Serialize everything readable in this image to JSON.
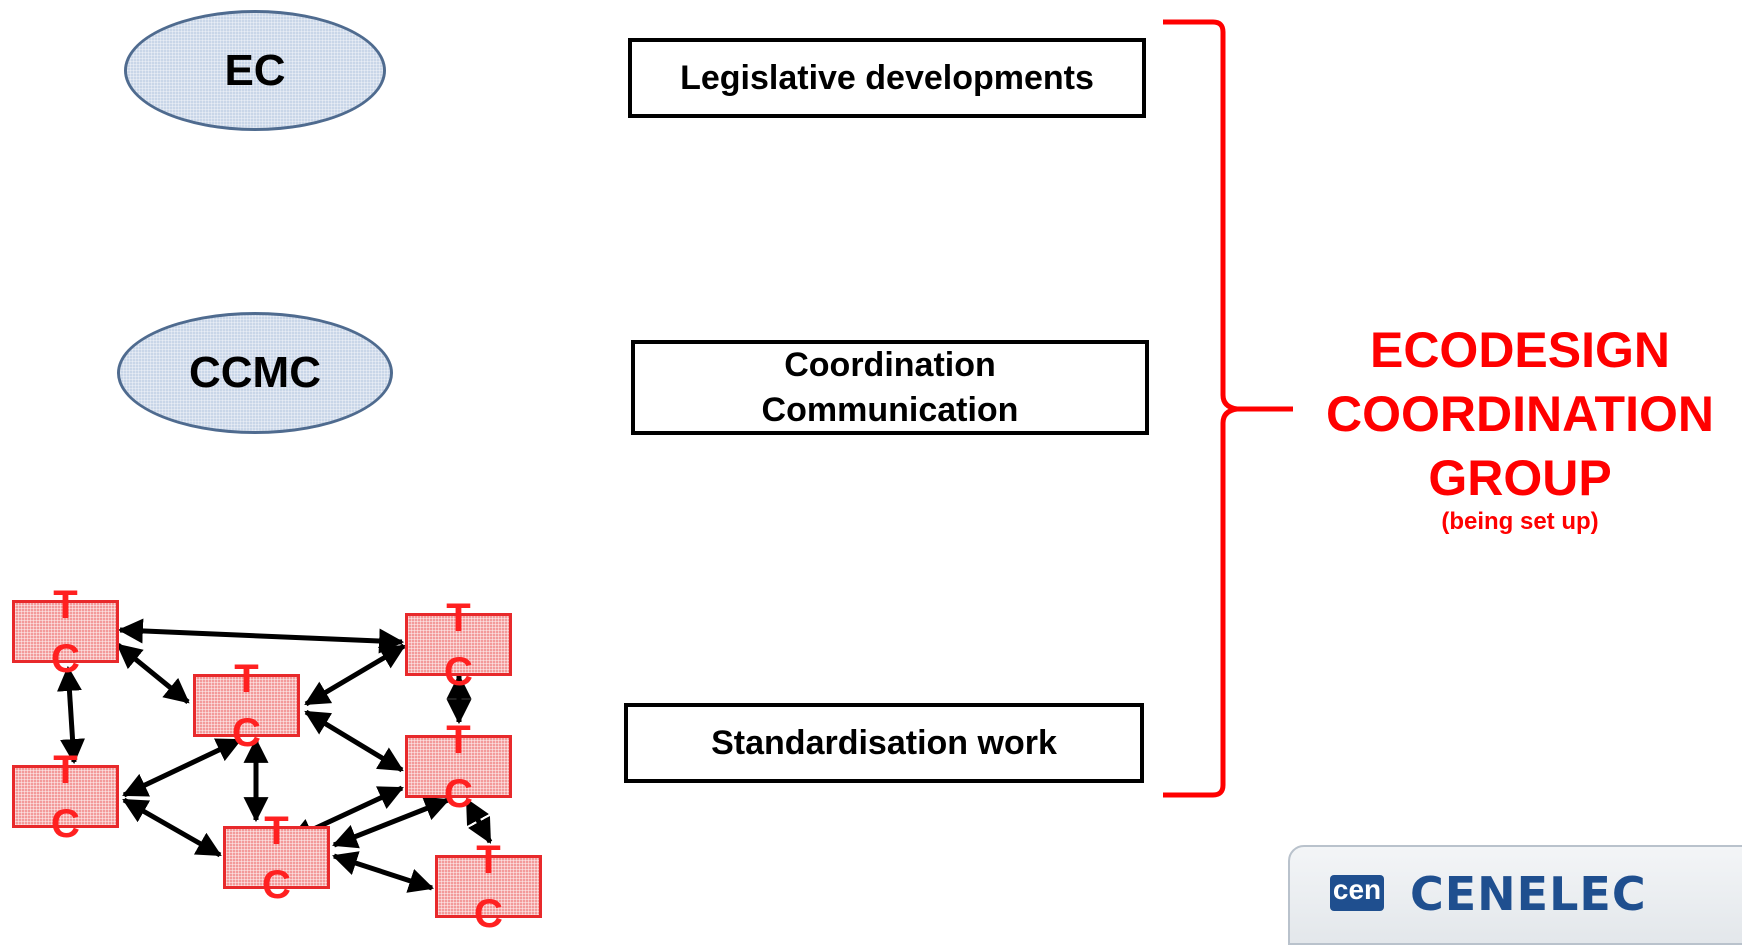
{
  "entities": {
    "ec": "EC",
    "ccmc": "CCMC"
  },
  "activities": {
    "legislative": "Legislative developments",
    "coordination_line1": "Coordination",
    "coordination_line2": "Communication",
    "standardisation": "Standardisation work"
  },
  "tc_label": {
    "top": "T",
    "bottom": "C"
  },
  "group": {
    "line1": "ECODESIGN",
    "line2": "COORDINATION",
    "line3": "GROUP",
    "subtitle": "(being set up)"
  },
  "logo": {
    "mark": "cen",
    "text": "CENELEC"
  },
  "colors": {
    "accent_red": "#ff0000",
    "ellipse_fill": "#c9d6e8",
    "ellipse_border": "#4f6b8f",
    "tc_fill": "#f39a9a",
    "tc_border": "#e8292b",
    "logo_blue": "#1f4f8f"
  },
  "icons": {
    "bracket": "right-curly-brace"
  }
}
